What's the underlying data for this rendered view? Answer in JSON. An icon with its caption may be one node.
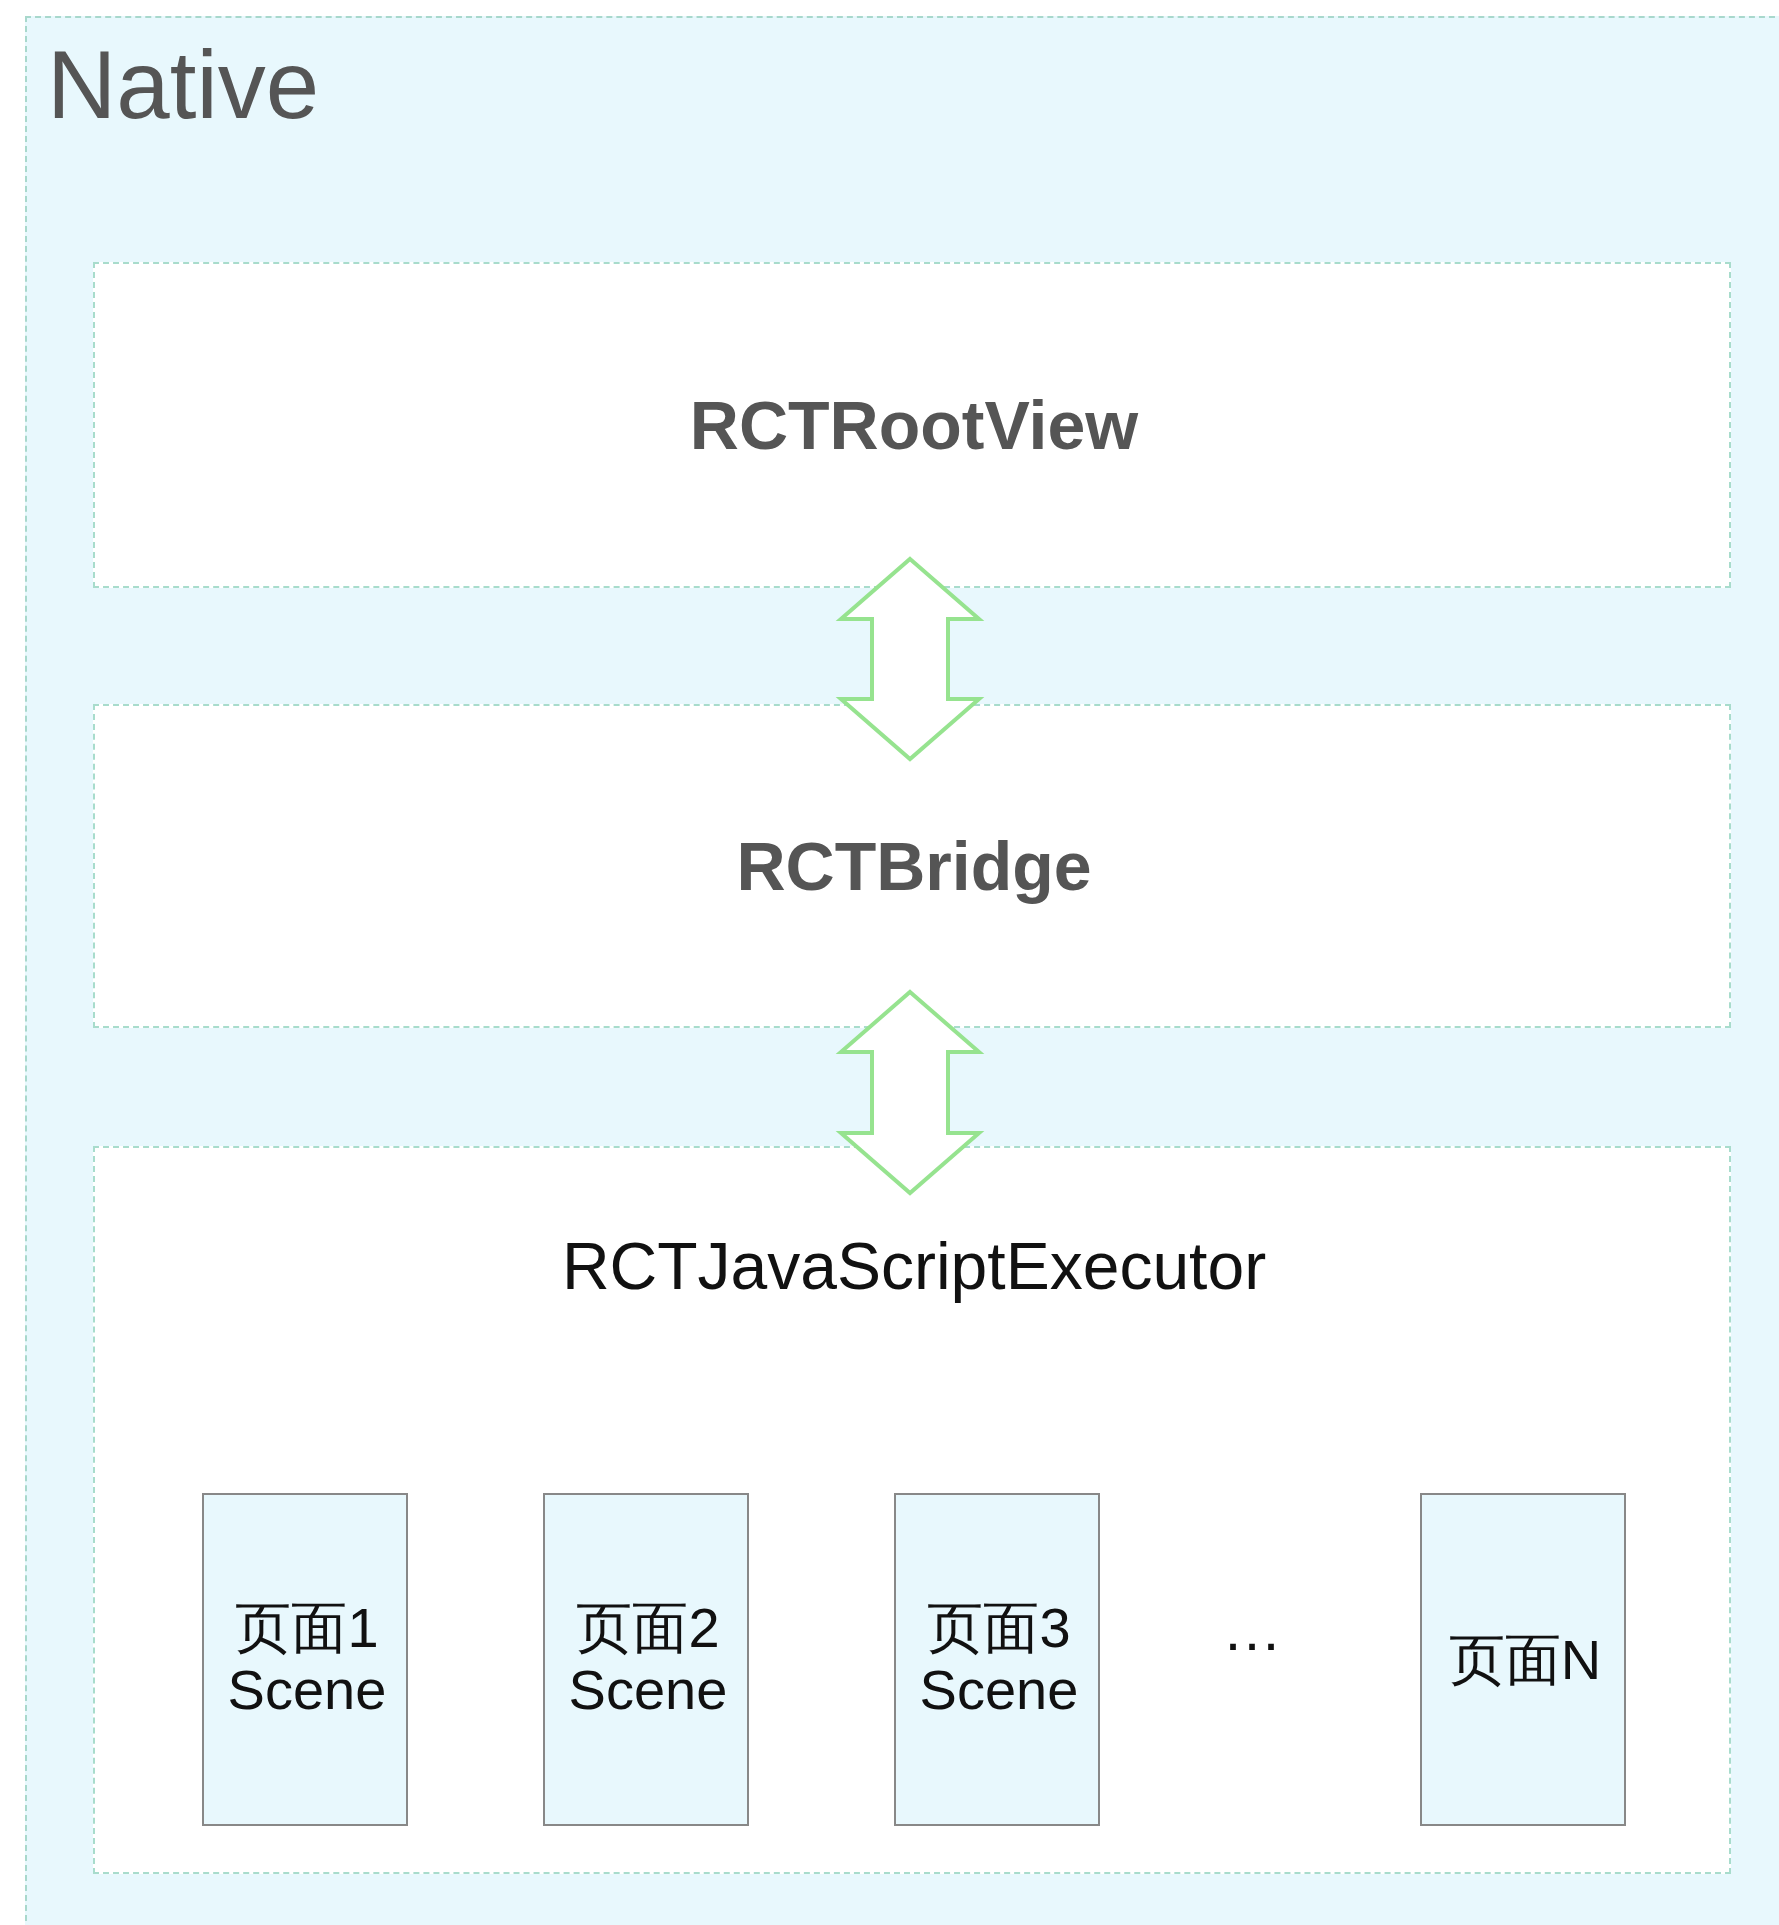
{
  "diagram": {
    "nodes": [
      {
        "text": [
          "Native"
        ]
      },
      {
        "text": [
          "RCTRootView"
        ],
        "in": 0
      },
      {
        "text": [
          "RCTBridge"
        ],
        "in": 0
      },
      {
        "text": [
          "RCTJavaScriptExecutor"
        ],
        "in": 0
      },
      {
        "text": [
          "页面1 Scene"
        ],
        "in": 3
      },
      {
        "text": [
          "页面2 Scene"
        ],
        "in": 3
      },
      {
        "text": [
          "页面3 Scene"
        ],
        "in": 3
      },
      {
        "text": [
          "页面N"
        ],
        "in": 3
      }
    ],
    "edges": [
      {
        "from": 1,
        "to": 2,
        "arrow": "both",
        "color": "#96e38f",
        "style": "thick"
      },
      {
        "from": 2,
        "to": 3,
        "arrow": "both",
        "color": "#96e38f",
        "style": "thick"
      }
    ],
    "labels": [
      "…"
    ]
  }
}
